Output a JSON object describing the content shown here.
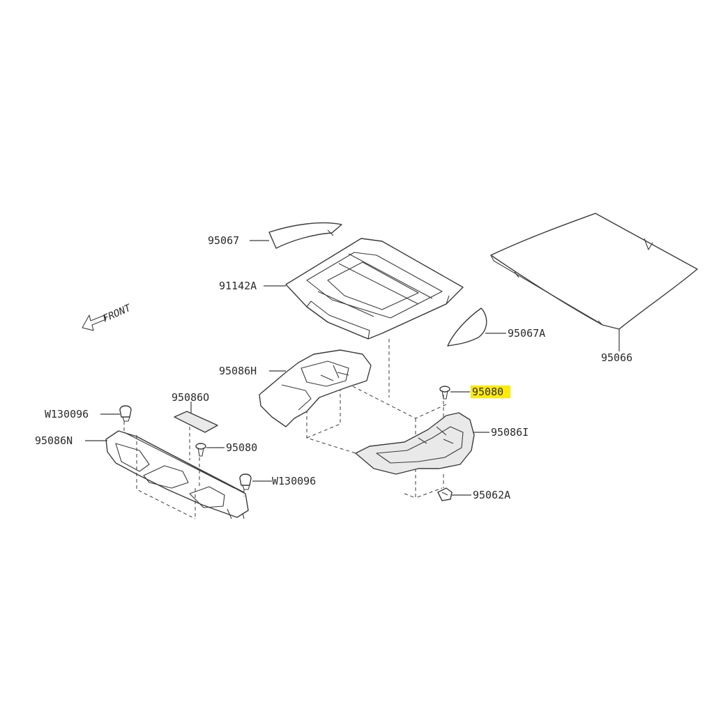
{
  "diagram": {
    "front_label": "FRONT",
    "highlight_color": "#ffeb00",
    "line_color": "#3a3a3a",
    "labels": {
      "p95067": "95067",
      "p91142A": "91142A",
      "p95067A": "95067A",
      "p95066": "95066",
      "p95086H": "95086H",
      "p95080_right": "95080",
      "p95086I": "95086I",
      "p95062A": "95062A",
      "p95086O": "95086O",
      "pW130096_top": "W130096",
      "p95086N": "95086N",
      "p95080_left": "95080",
      "pW130096_bottom": "W130096"
    },
    "highlighted_part": "95080"
  }
}
